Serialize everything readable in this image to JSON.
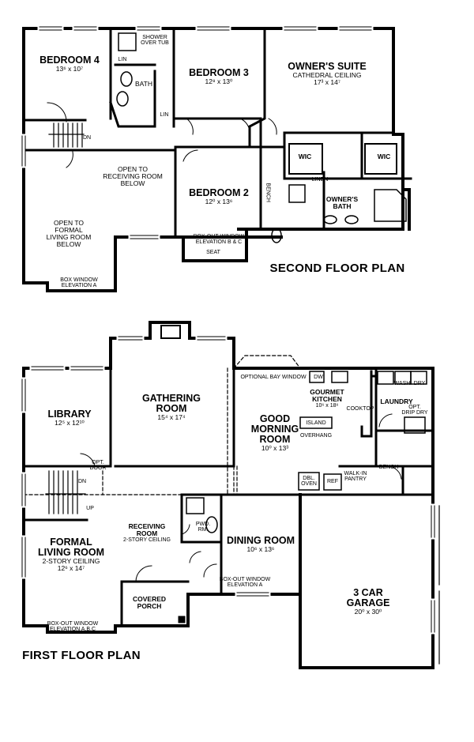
{
  "second_floor": {
    "title": "SECOND FLOOR PLAN",
    "bedroom4": {
      "name": "BEDROOM 4",
      "size": "13⁶ x 10⁷"
    },
    "bath": "BATH",
    "shower": "SHOWER\nOVER TUB",
    "lin1": "LIN",
    "lin2": "LIN",
    "bedroom3": {
      "name": "BEDROOM 3",
      "size": "12⁸ x 13⁰"
    },
    "owners_suite": {
      "name": "OWNER'S SUITE",
      "sub": "CATHEDRAL CEILING",
      "size": "17³ x 14⁷"
    },
    "wic1": "WIC",
    "wic2": "WIC",
    "linen": "LINEN",
    "owners_bath": "OWNER'S\nBATH",
    "bench": "BENCH",
    "bedroom2": {
      "name": "BEDROOM 2",
      "size": "12⁰ x 13⁶"
    },
    "boxout": "BOX-OUT WINDOW\nELEVATION B & C",
    "seat": "SEAT",
    "open_receiving": "OPEN TO\nRECEIVING ROOM\nBELOW",
    "open_formal": "OPEN TO\nFORMAL\nLIVING ROOM\nBELOW",
    "box_window": "BOX WINDOW\nELEVATION A",
    "dn": "DN"
  },
  "first_floor": {
    "title": "FIRST FLOOR PLAN",
    "gathering": {
      "name": "GATHERING\nROOM",
      "size": "15⁴ x 17⁴"
    },
    "library": {
      "name": "LIBRARY",
      "size": "12⁵ x 12¹⁰"
    },
    "good_morning": {
      "name": "GOOD\nMORNING\nROOM",
      "size": "10⁰ x 13³"
    },
    "optional_bay": "OPTIONAL BAY WINDOW",
    "kitchen": {
      "name": "GOURMET\nKITCHEN",
      "size": "10⁶ x 18⁶"
    },
    "dw": "DW",
    "cooktop": "COOKTOP",
    "island": "ISLAND",
    "overhang": "OVERHANG",
    "laundry": "LAUNDRY",
    "wash": "WASH",
    "dry": "DRY",
    "opt_drip": "OPT.\nDRIP DRY",
    "opt_door": "OPT.\nDOOR",
    "walk_in": "WALK-IN\nPANTRY",
    "bench": "BENCH",
    "dbl_oven": "DBL.\nOVEN",
    "ref": "REF",
    "receiving": {
      "name": "RECEIVING\nROOM",
      "sub": "2-STORY CEILING"
    },
    "pwd": "PWD.\nRM.",
    "dining": {
      "name": "DINING ROOM",
      "size": "10⁶ x 13⁶"
    },
    "boxout_a": "BOX-OUT WINDOW\nELEVATION A",
    "formal": {
      "name": "FORMAL\nLIVING ROOM",
      "sub": "2-STORY CEILING",
      "size": "12⁶ x 14⁷"
    },
    "boxout_abc": "BOX-OUT WINDOW\nELEVATION A,B,C",
    "covered_porch": "COVERED\nPORCH",
    "garage": {
      "name": "3 CAR\nGARAGE",
      "size": "20⁰ x 30⁰"
    },
    "dn": "DN",
    "up": "UP"
  }
}
